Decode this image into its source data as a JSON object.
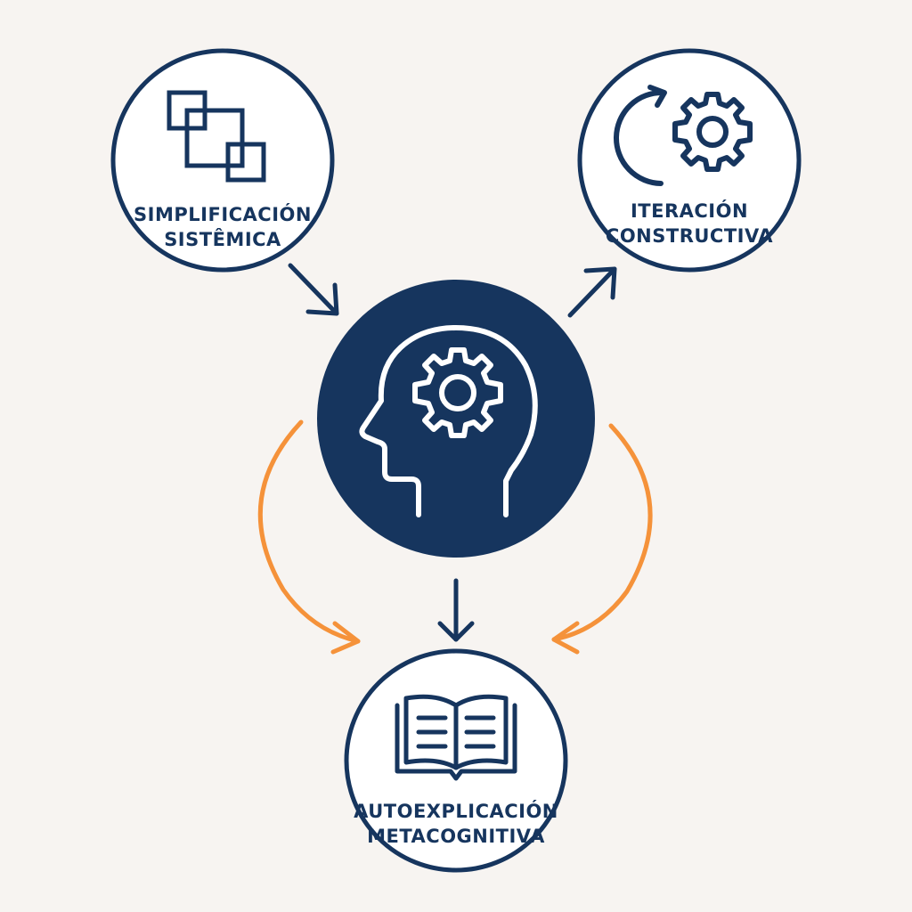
{
  "diagram": {
    "nodes": {
      "simplificacion": {
        "line1": "SIMPLIFICACIÓN",
        "line2": "SISTÊMICA",
        "icon": "overlapping-squares-icon"
      },
      "iteracion": {
        "line1": "ITERACIÓN",
        "line2": "CONSTRUCTIVA",
        "icon": "cycle-gear-icon"
      },
      "central": {
        "icon": "head-gear-icon"
      },
      "autoexplicacion": {
        "line1": "AUTOEXPLICACIÓN",
        "line2": "METACOGNITIVA",
        "icon": "open-book-icon"
      }
    }
  },
  "colors": {
    "background": "#f7f4f1",
    "navy": "#16355e",
    "orange": "#f5923a",
    "white": "#ffffff"
  }
}
